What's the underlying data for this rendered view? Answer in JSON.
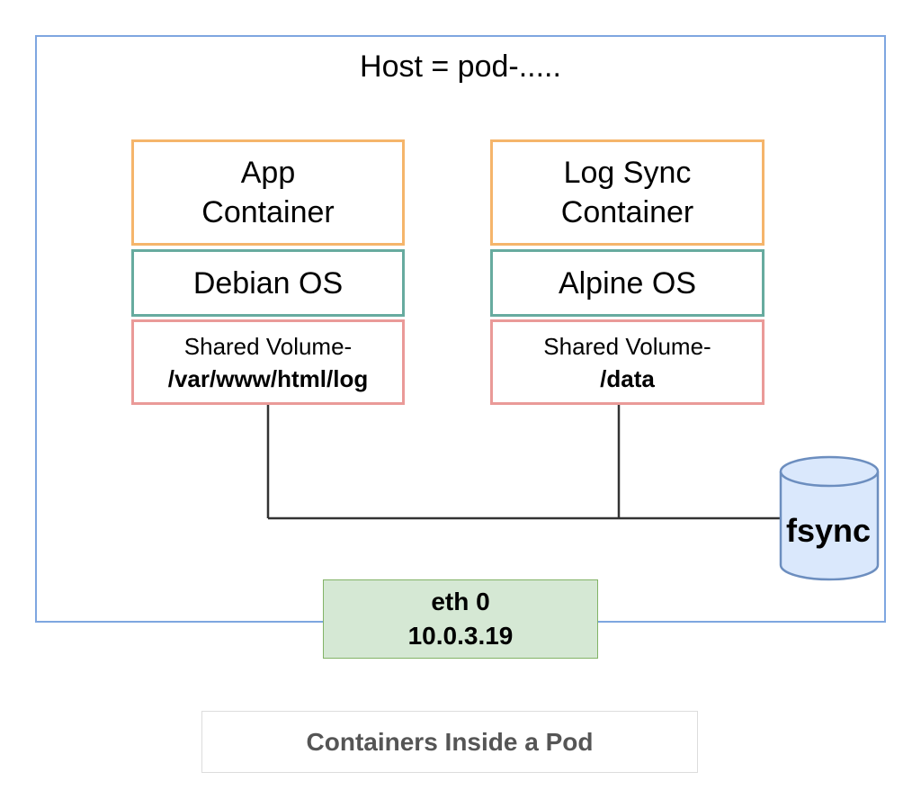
{
  "host": {
    "title": "Host = pod-....."
  },
  "containers": [
    {
      "name_line1": "App",
      "name_line2": "Container",
      "os": "Debian OS",
      "volume_label": "Shared Volume-",
      "volume_path": "/var/www/html/log"
    },
    {
      "name_line1": "Log Sync",
      "name_line2": "Container",
      "os": "Alpine OS",
      "volume_label": "Shared Volume-",
      "volume_path": "/data"
    }
  ],
  "storage": {
    "label": "fsync"
  },
  "network": {
    "interface": "eth 0",
    "ip": "10.0.3.19"
  },
  "caption": "Containers Inside a Pod",
  "colors": {
    "host_border": "#7ea6e0",
    "container_border": "#f5b56b",
    "os_border": "#67ab9f",
    "volume_border": "#ea9a98",
    "network_fill": "#d5e8d4",
    "network_border": "#82b366",
    "storage_fill": "#dae8fc",
    "storage_border": "#6c8ebf",
    "connector": "#333333"
  }
}
